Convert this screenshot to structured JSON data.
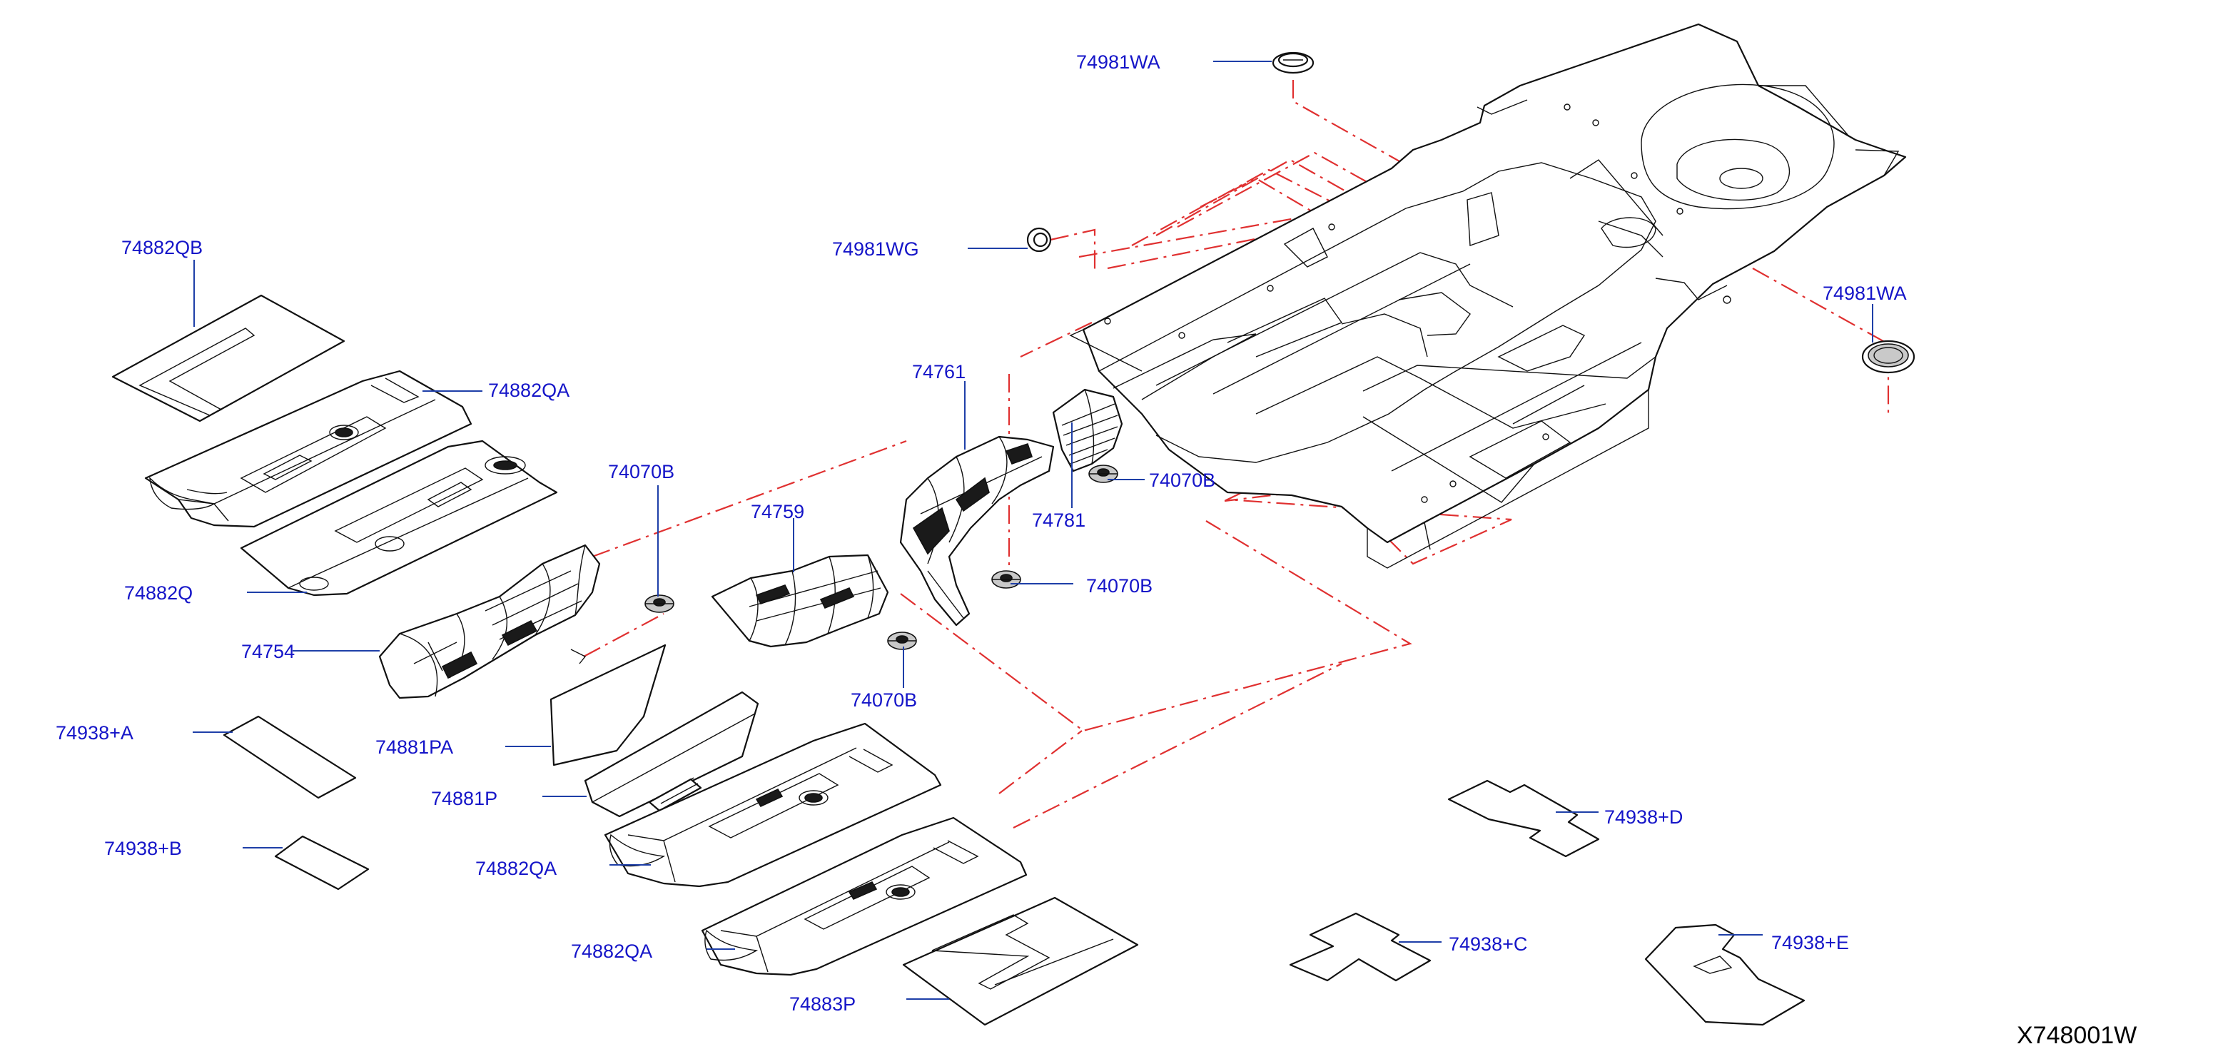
{
  "diagram_code": "X748001W",
  "callouts": [
    {
      "id": "c01",
      "label": "74981WA"
    },
    {
      "id": "c02",
      "label": "74981WG"
    },
    {
      "id": "c03",
      "label": "74981WA"
    },
    {
      "id": "c04",
      "label": "74882QB"
    },
    {
      "id": "c05",
      "label": "74882QA"
    },
    {
      "id": "c06",
      "label": "74070B"
    },
    {
      "id": "c07",
      "label": "74761"
    },
    {
      "id": "c08",
      "label": "74070B"
    },
    {
      "id": "c09",
      "label": "74882Q"
    },
    {
      "id": "c10",
      "label": "74759"
    },
    {
      "id": "c11",
      "label": "74781"
    },
    {
      "id": "c12",
      "label": "74070B"
    },
    {
      "id": "c13",
      "label": "74754"
    },
    {
      "id": "c14",
      "label": "74070B"
    },
    {
      "id": "c15",
      "label": "74938+A"
    },
    {
      "id": "c16",
      "label": "74881PA"
    },
    {
      "id": "c17",
      "label": "74881P"
    },
    {
      "id": "c18",
      "label": "74938+D"
    },
    {
      "id": "c19",
      "label": "74938+B"
    },
    {
      "id": "c20",
      "label": "74882QA"
    },
    {
      "id": "c21",
      "label": "74938+C"
    },
    {
      "id": "c22",
      "label": "74938+E"
    },
    {
      "id": "c23",
      "label": "74882QA"
    },
    {
      "id": "c24",
      "label": "74883P"
    }
  ]
}
